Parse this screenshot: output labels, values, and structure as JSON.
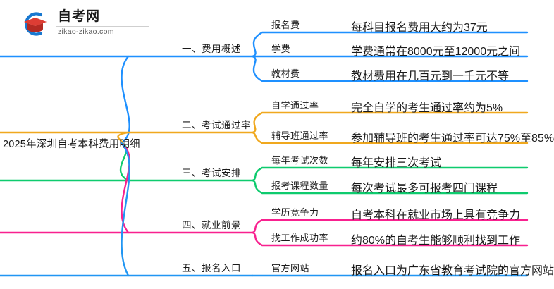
{
  "logo": {
    "name": "自考网",
    "url": "zikao-zikao.com",
    "mark_icon": "graduation-cap-circle-logo",
    "arc_color": "#1878D0",
    "cap_color": "#D9332B",
    "cap_shadow_color": "#9E2520"
  },
  "mindmap": {
    "root": {
      "label": "2025年深圳自考本科费用明细"
    },
    "branches": [
      {
        "label": "一、费用概述",
        "color": "#1E90FF",
        "leaves": [
          {
            "key": "报名费",
            "value": "每科目报名费用大约为37元"
          },
          {
            "key": "学费",
            "value": "学费通常在8000元至12000元之间"
          },
          {
            "key": "教材费",
            "value": "教材费用在几百元到一千元不等"
          }
        ]
      },
      {
        "label": "二、考试通过率",
        "color": "#F0A81E",
        "leaves": [
          {
            "key": "自学通过率",
            "value": "完全自学的考生通过率约为5%"
          },
          {
            "key": "辅导班通过率",
            "value": "参加辅导班的考生通过率可达75%至85%"
          }
        ]
      },
      {
        "label": "三、考试安排",
        "color": "#0ECB6E",
        "leaves": [
          {
            "key": "每年考试次数",
            "value": "每年安排三次考试"
          },
          {
            "key": "报考课程数量",
            "value": "每次考试最多可报考四门课程"
          }
        ]
      },
      {
        "label": "四、就业前景",
        "color": "#F8218F",
        "leaves": [
          {
            "key": "学历竞争力",
            "value": "自考本科在就业市场上具有竞争力"
          },
          {
            "key": "找工作成功率",
            "value": "约80%的自考生能够顺利找到工作"
          }
        ]
      },
      {
        "label": "五、报名入口",
        "color": "#2196F3",
        "leaves": [
          {
            "key": "官方网站",
            "value": "报名入口为广东省教育考试院的官方网站"
          }
        ]
      }
    ]
  }
}
